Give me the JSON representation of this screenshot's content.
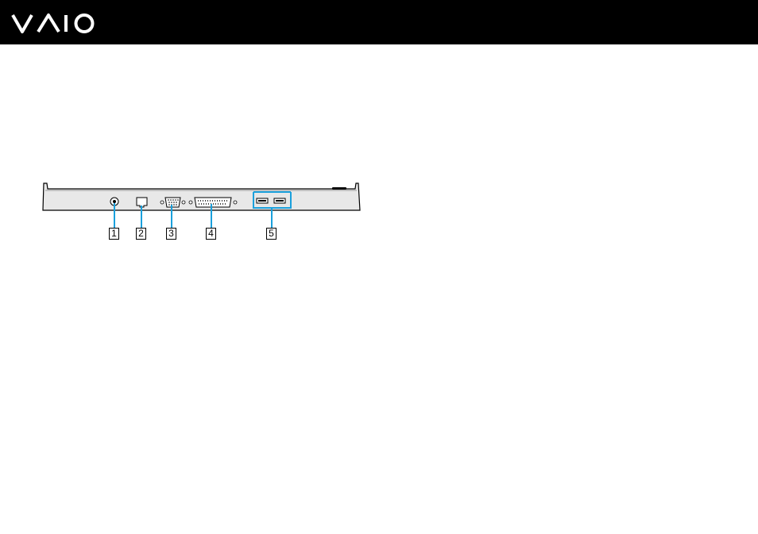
{
  "header": {
    "logo_text": "VAIO"
  },
  "diagram": {
    "callouts": [
      {
        "label": "1",
        "part": "dc-in-port"
      },
      {
        "label": "2",
        "part": "network-port"
      },
      {
        "label": "3",
        "part": "monitor-port"
      },
      {
        "label": "4",
        "part": "printer-port"
      },
      {
        "label": "5",
        "part": "usb-ports"
      }
    ],
    "colors": {
      "header": "#000000",
      "callout_line": "#1aa0dc",
      "dock_body": "#e8e8e8",
      "outline": "#000000"
    }
  }
}
